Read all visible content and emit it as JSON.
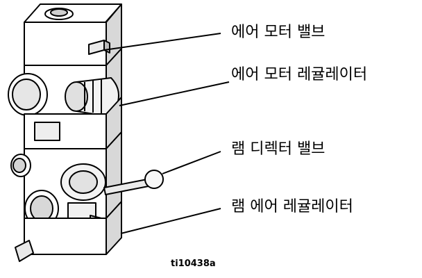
{
  "callouts": {
    "air_motor_valve": "에어 모터 밸브",
    "air_motor_regulator": "에어 모터 레귤레이터",
    "ram_director_valve": "램 디렉터 밸브",
    "ram_air_regulator": "램 에어 레귤레이터"
  },
  "figure_id": "ti10438a"
}
